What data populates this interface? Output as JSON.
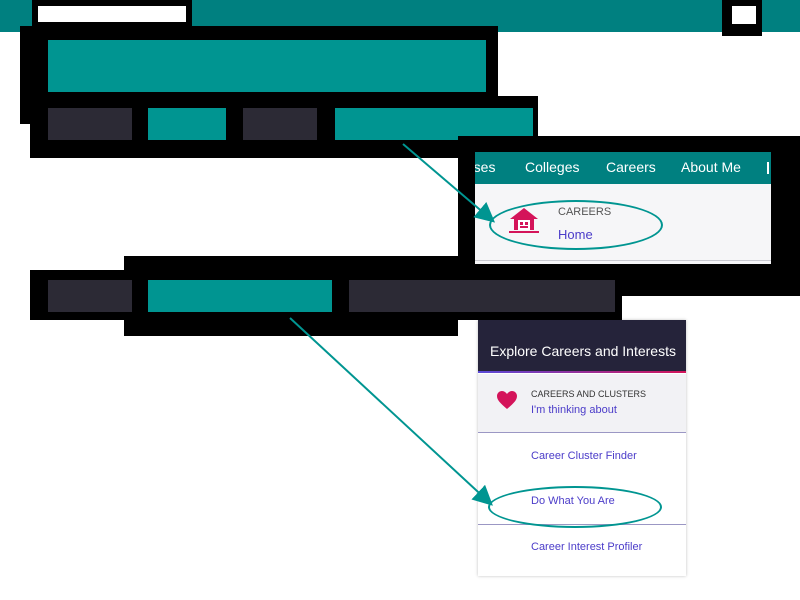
{
  "nav": {
    "items": [
      "rses",
      "Colleges",
      "Careers",
      "About Me"
    ]
  },
  "crumb1": {
    "category": "CAREERS",
    "link": "Home"
  },
  "panel2": {
    "title": "Explore Careers and Interests",
    "category": "CAREERS AND CLUSTERS",
    "subtitle": "I'm thinking about",
    "links": [
      "Career Cluster Finder",
      "Do What You Are",
      "Career Interest Profiler"
    ]
  },
  "colors": {
    "teal": "#009591",
    "topbar": "#008080",
    "dark": "#2c2a35",
    "nav_bg": "#008080",
    "accent_pink": "#d4145a",
    "link_purple": "#4b3cc9"
  }
}
